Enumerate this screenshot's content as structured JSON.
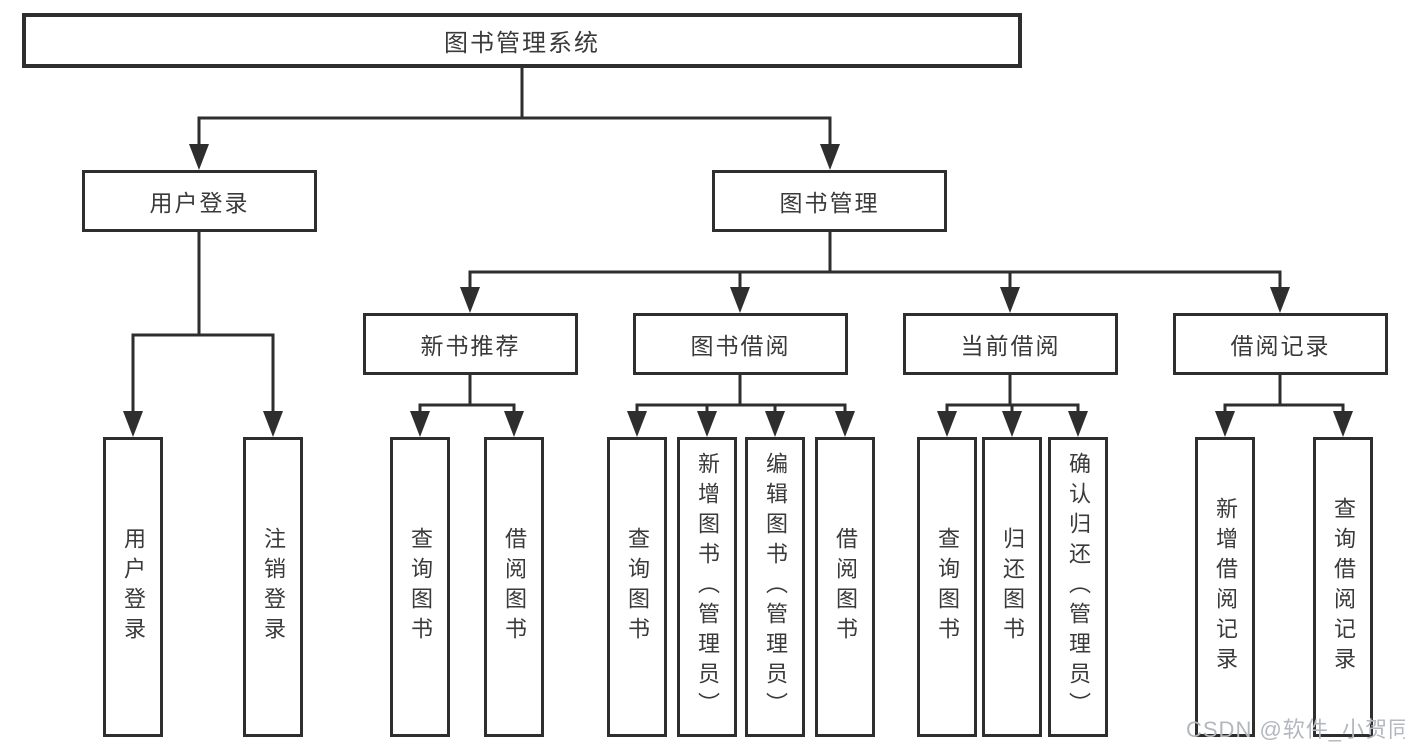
{
  "tree": {
    "root": {
      "label": "图书管理系统"
    },
    "branches": [
      {
        "label": "用户登录",
        "children": [
          {
            "label": "用户登录"
          },
          {
            "label": "注销登录"
          }
        ]
      },
      {
        "label": "图书管理",
        "children": [
          {
            "label": "新书推荐",
            "children": [
              {
                "label": "查询图书"
              },
              {
                "label": "借阅图书"
              }
            ]
          },
          {
            "label": "图书借阅",
            "children": [
              {
                "label": "查询图书"
              },
              {
                "label": "新增图书（管理员）"
              },
              {
                "label": "编辑图书（管理员）"
              },
              {
                "label": "借阅图书"
              }
            ]
          },
          {
            "label": "当前借阅",
            "children": [
              {
                "label": "查询图书"
              },
              {
                "label": "归还图书"
              },
              {
                "label": "确认归还（管理员）"
              }
            ]
          },
          {
            "label": "借阅记录",
            "children": [
              {
                "label": "新增借阅记录"
              },
              {
                "label": "查询借阅记录"
              }
            ]
          }
        ]
      }
    ]
  },
  "watermark": {
    "text": "CSDN @软件_小贺同学"
  },
  "colors": {
    "line": "#2e2e2e",
    "text": "#3a3a3a",
    "watermark": "#b3b7be",
    "background": "#ffffff"
  }
}
